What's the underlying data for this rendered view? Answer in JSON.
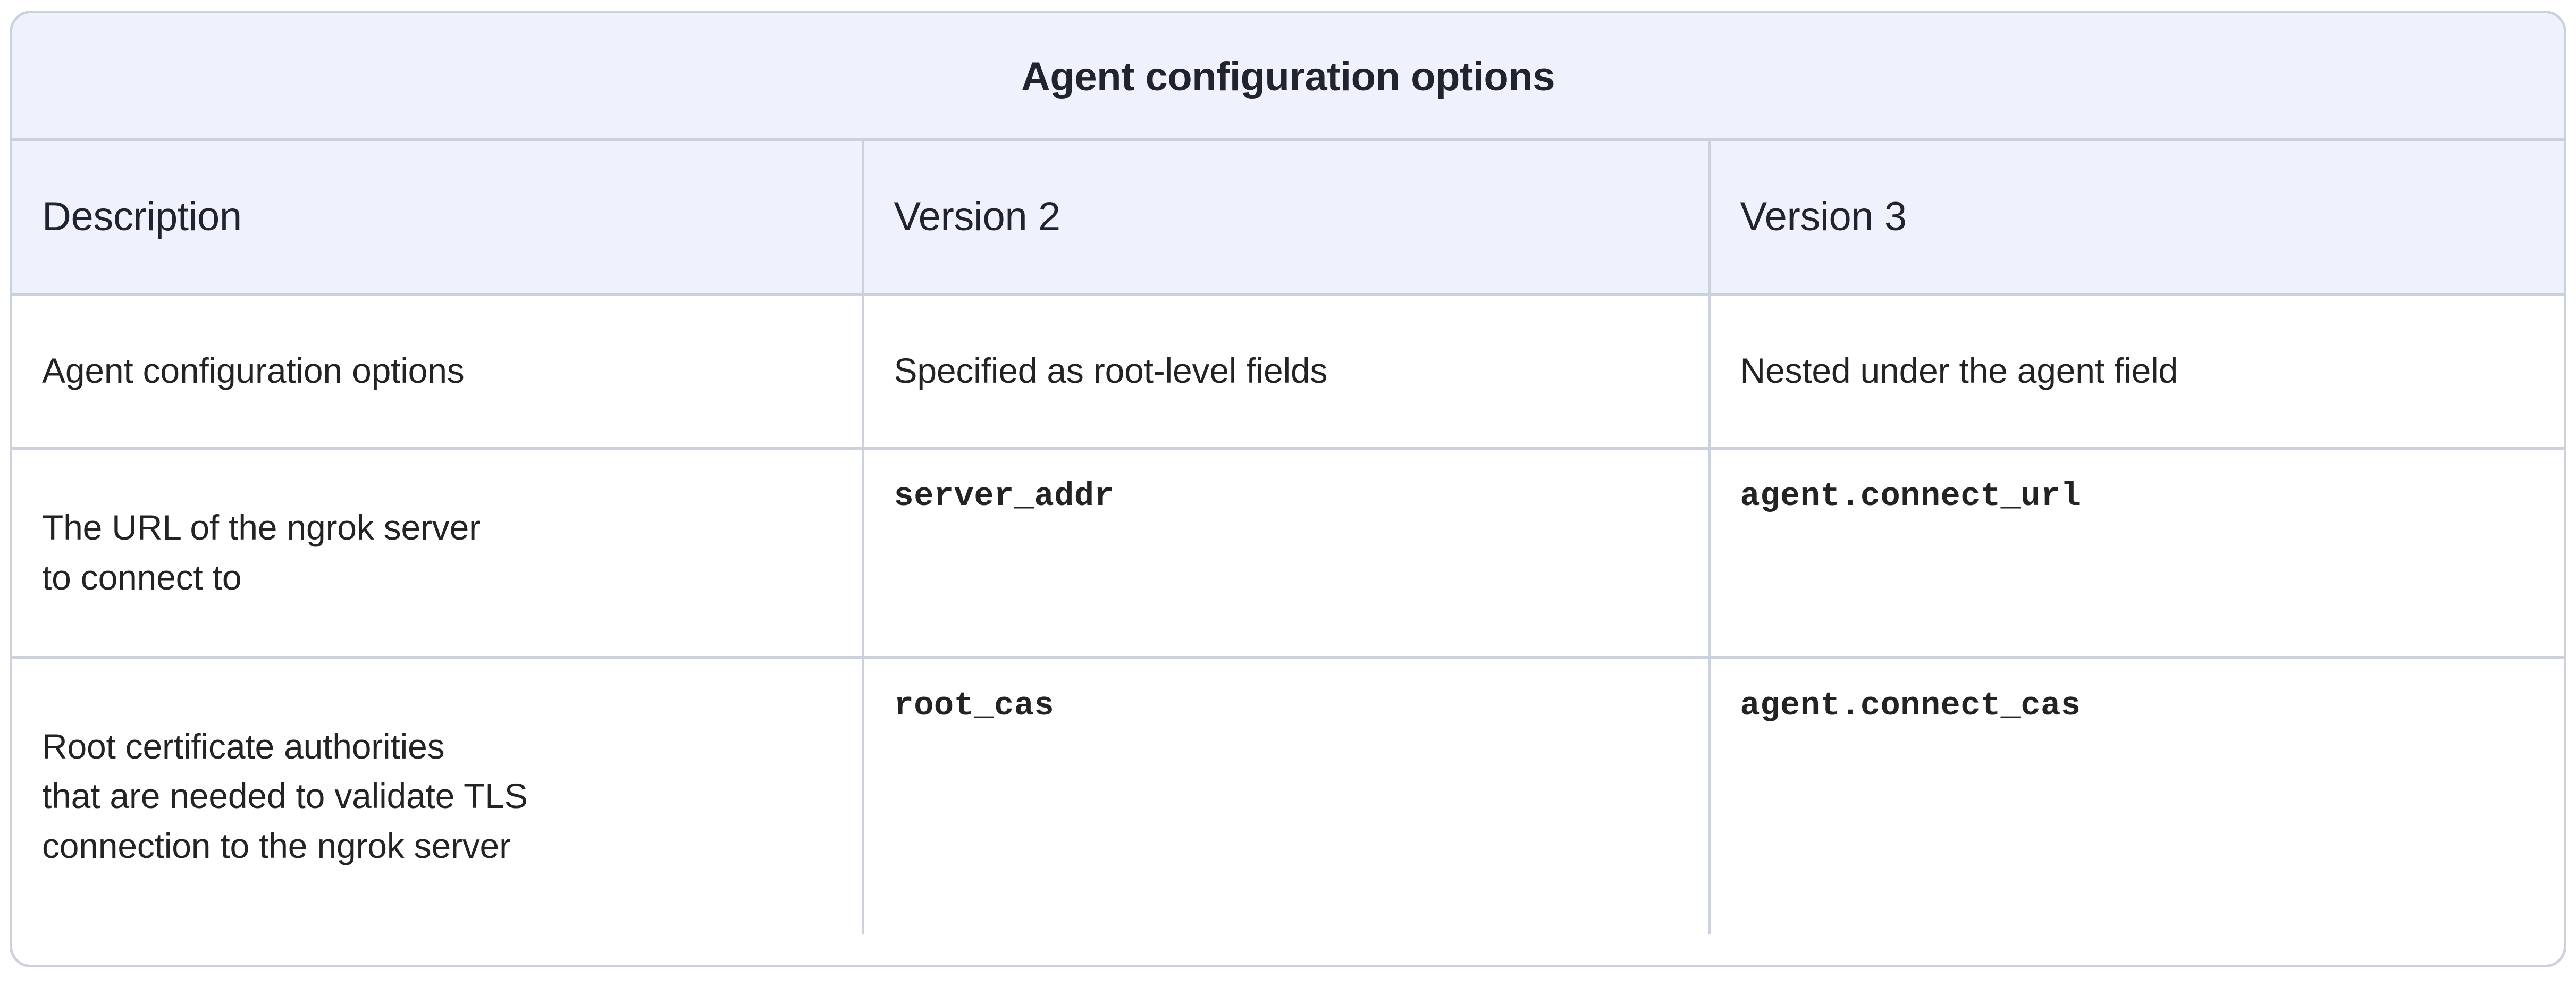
{
  "table": {
    "caption": "Agent configuration options",
    "columns": [
      {
        "key": "description",
        "label": "Description"
      },
      {
        "key": "version2",
        "label": "Version 2"
      },
      {
        "key": "version3",
        "label": "Version 3"
      }
    ],
    "rows": [
      {
        "description_lines": [
          "Agent configuration options"
        ],
        "version2": "Specified as root-level fields",
        "version3": "Nested under the agent field",
        "mono": false
      },
      {
        "description_lines": [
          "The URL of the ngrok server",
          "to connect to"
        ],
        "version2": "server_addr",
        "version3": "agent.connect_url",
        "mono": true
      },
      {
        "description_lines": [
          "Root certificate authorities",
          "that are needed to validate TLS",
          "connection to the ngrok server"
        ],
        "version2": "root_cas",
        "version3": "agent.connect_cas",
        "mono": true
      }
    ]
  },
  "colors": {
    "header_background": "#eef2fc",
    "border": "#ccd1db",
    "body_background": "#ffffff",
    "text": "#232323",
    "heading_text": "#1f2430"
  }
}
